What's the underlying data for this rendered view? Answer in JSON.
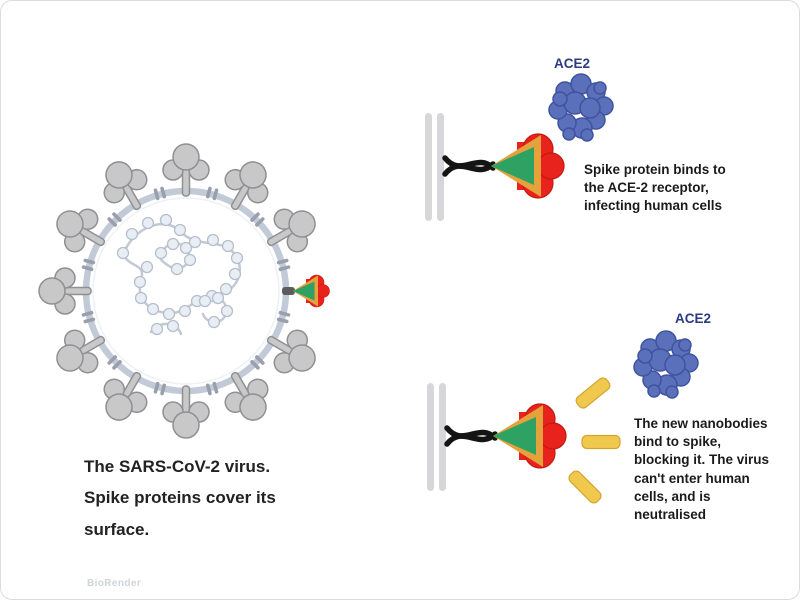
{
  "virus_section": {
    "caption": "The SARS-CoV-2 virus.\nSpike proteins cover its\nsurface."
  },
  "binding_section": {
    "ace2_label": "ACE2",
    "caption": "Spike protein binds to\nthe ACE-2 receptor,\ninfecting human cells"
  },
  "nanobody_section": {
    "ace2_label": "ACE2",
    "caption": "The new nanobodies\nbind to spike,\nblocking it. The virus\ncan't enter human\ncells, and is\nneutralised"
  },
  "watermark": "BioRender",
  "colors": {
    "spike_red": "#e8231d",
    "spike_orange": "#e5a13b",
    "spike_green": "#2ea262",
    "ace2_blue": "#5b70ba",
    "nanobody_yellow": "#f1c84e",
    "virus_spike_gray": "#c8c8c8",
    "virus_membrane_gray": "#c2cad8",
    "cell_membrane_gray": "#d7d7da",
    "ace2_label_navy": "#2c3b82"
  }
}
